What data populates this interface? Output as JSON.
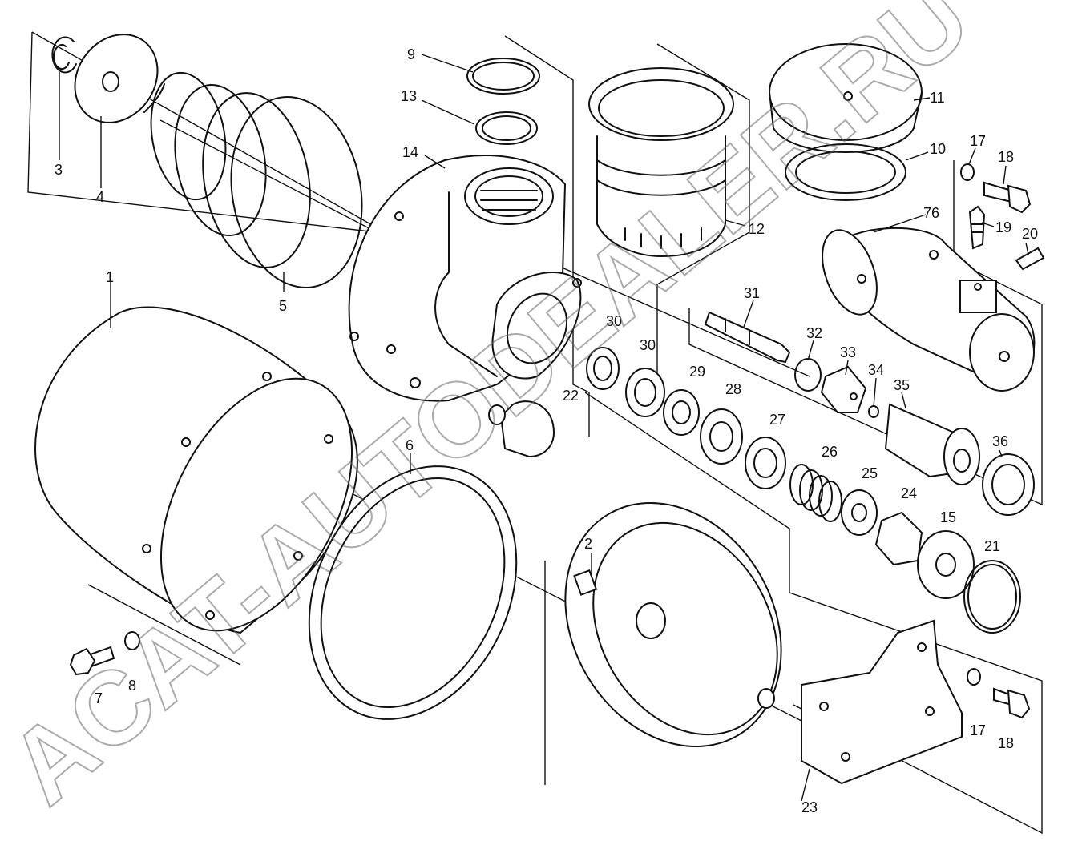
{
  "watermark": "ACAT-AUTODEALER.RU",
  "callouts": [
    {
      "id": "c1",
      "text": "1"
    },
    {
      "id": "c2",
      "text": "2"
    },
    {
      "id": "c3",
      "text": "3"
    },
    {
      "id": "c4",
      "text": "4"
    },
    {
      "id": "c5",
      "text": "5"
    },
    {
      "id": "c6",
      "text": "6"
    },
    {
      "id": "c7",
      "text": "7"
    },
    {
      "id": "c8",
      "text": "8"
    },
    {
      "id": "c9",
      "text": "9"
    },
    {
      "id": "c10",
      "text": "10"
    },
    {
      "id": "c11",
      "text": "11"
    },
    {
      "id": "c12",
      "text": "12"
    },
    {
      "id": "c13",
      "text": "13"
    },
    {
      "id": "c14",
      "text": "14"
    },
    {
      "id": "c15",
      "text": "15"
    },
    {
      "id": "c17a",
      "text": "17"
    },
    {
      "id": "c17b",
      "text": "17"
    },
    {
      "id": "c18a",
      "text": "18"
    },
    {
      "id": "c18b",
      "text": "18"
    },
    {
      "id": "c19",
      "text": "19"
    },
    {
      "id": "c20",
      "text": "20"
    },
    {
      "id": "c21",
      "text": "21"
    },
    {
      "id": "c22",
      "text": "22"
    },
    {
      "id": "c23",
      "text": "23"
    },
    {
      "id": "c24",
      "text": "24"
    },
    {
      "id": "c25",
      "text": "25"
    },
    {
      "id": "c26",
      "text": "26"
    },
    {
      "id": "c27",
      "text": "27"
    },
    {
      "id": "c28",
      "text": "28"
    },
    {
      "id": "c29",
      "text": "29"
    },
    {
      "id": "c30a",
      "text": "30"
    },
    {
      "id": "c30b",
      "text": "30"
    },
    {
      "id": "c31",
      "text": "31"
    },
    {
      "id": "c32",
      "text": "32"
    },
    {
      "id": "c33",
      "text": "33"
    },
    {
      "id": "c34",
      "text": "34"
    },
    {
      "id": "c35",
      "text": "35"
    },
    {
      "id": "c36",
      "text": "36"
    },
    {
      "id": "c76",
      "text": "76"
    }
  ]
}
